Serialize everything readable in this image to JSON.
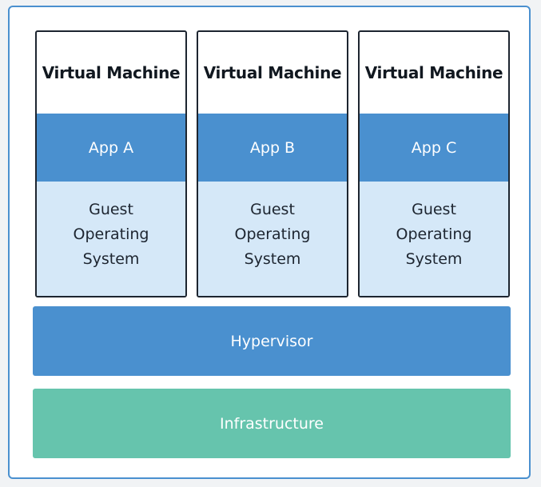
{
  "virtual_machines": [
    {
      "title": "Virtual Machine",
      "app": "App A",
      "guest_os": "Guest Operating System"
    },
    {
      "title": "Virtual Machine",
      "app": "App B",
      "guest_os": "Guest Operating System"
    },
    {
      "title": "Virtual Machine",
      "app": "App C",
      "guest_os": "Guest Operating System"
    }
  ],
  "hypervisor": {
    "label": "Hypervisor"
  },
  "infrastructure": {
    "label": "Infrastructure"
  },
  "colors": {
    "frame_border": "#4a90cf",
    "app_layer": "#4a90cf",
    "guest_os_layer": "#d5e8f8",
    "hypervisor_layer": "#4a90cf",
    "infrastructure_layer": "#66c4ad",
    "vm_border": "#1d2530"
  }
}
